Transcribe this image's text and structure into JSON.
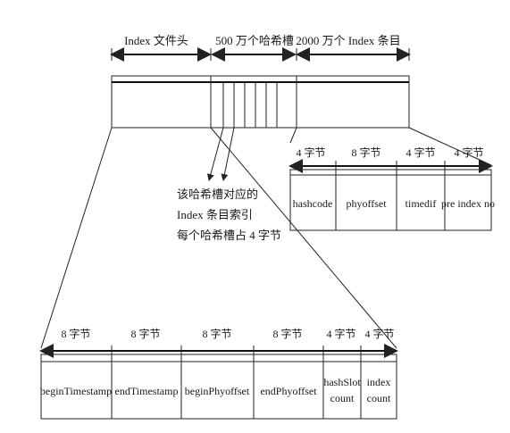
{
  "top": {
    "labels": [
      "Index 文件头",
      "500 万个哈希槽",
      "2000 万个 Index 条目"
    ]
  },
  "entry": {
    "sizes": [
      "4 字节",
      "8 字节",
      "4 字节",
      "4 字节"
    ],
    "fields": [
      "hashcode",
      "phyoffset",
      "timedif",
      "pre index no"
    ]
  },
  "slot_note": {
    "lines": [
      "该哈希槽对应的",
      "Index 条目索引",
      "每个哈希槽占 4 字节"
    ]
  },
  "header": {
    "sizes": [
      "8 字节",
      "8 字节",
      "8 字节",
      "8 字节",
      "4 字节",
      "4 字节"
    ],
    "fields": [
      [
        "beginTimestamp"
      ],
      [
        "endTimestamp"
      ],
      [
        "beginPhyoffset"
      ],
      [
        "endPhyoffset"
      ],
      [
        "hashSlot",
        "count"
      ],
      [
        "index",
        "count"
      ]
    ]
  }
}
